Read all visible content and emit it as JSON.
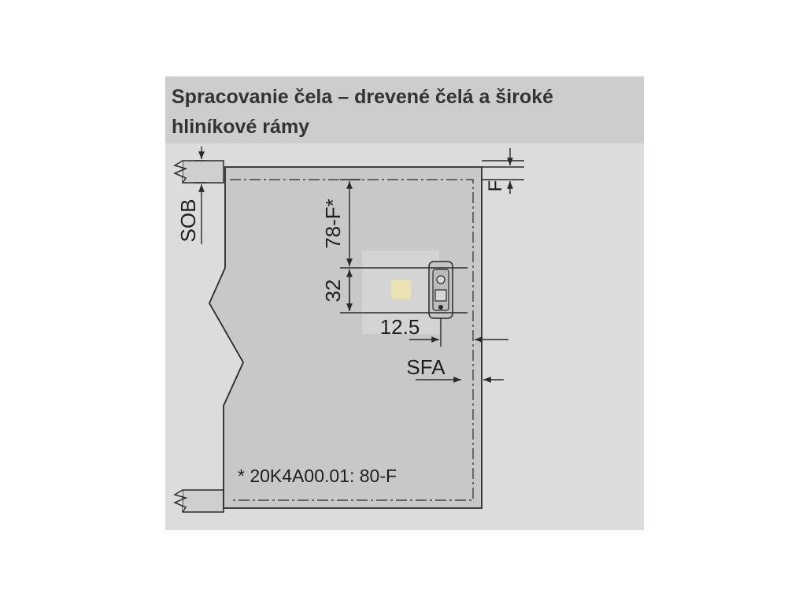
{
  "title": "Spracovanie čela – drevené čelá a široké hliníkové rámy",
  "labels": {
    "sob": "SOB",
    "f": "F",
    "dim_78": "78-F*",
    "dim_32": "32",
    "dim_12_5": "12.5",
    "sfa": "SFA",
    "footnote": "* 20K4A00.01: 80-F"
  },
  "colors": {
    "panel": "#dcdcdc",
    "title_band": "#cdcdcd",
    "front_fill": "#c8c8c8",
    "line": "#2a2a2a",
    "highlight": "#eae2b0"
  }
}
